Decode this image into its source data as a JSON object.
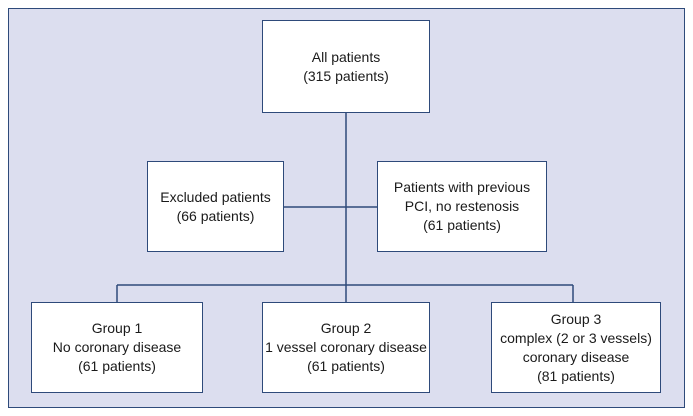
{
  "colors": {
    "background_panel": "#dcdeef",
    "box_fill": "#ffffff",
    "line": "#2e4a7a",
    "text": "#1a1a1a"
  },
  "diagram": {
    "all_patients": {
      "line1": "All patients",
      "line2": "(315 patients)"
    },
    "excluded": {
      "line1": "Excluded patients",
      "line2": "(66 patients)"
    },
    "previous_pci": {
      "line1": "Patients with previous",
      "line2": "PCI, no restenosis",
      "line3": "(61 patients)"
    },
    "group1": {
      "line1": "Group 1",
      "line2": "No coronary disease",
      "line3": "(61 patients)"
    },
    "group2": {
      "line1": "Group 2",
      "line2": "1 vessel coronary disease",
      "line3": "(61 patients)"
    },
    "group3": {
      "line1": "Group 3",
      "line2": "complex (2 or 3 vessels)",
      "line3": "coronary disease",
      "line4": "(81 patients)"
    }
  }
}
